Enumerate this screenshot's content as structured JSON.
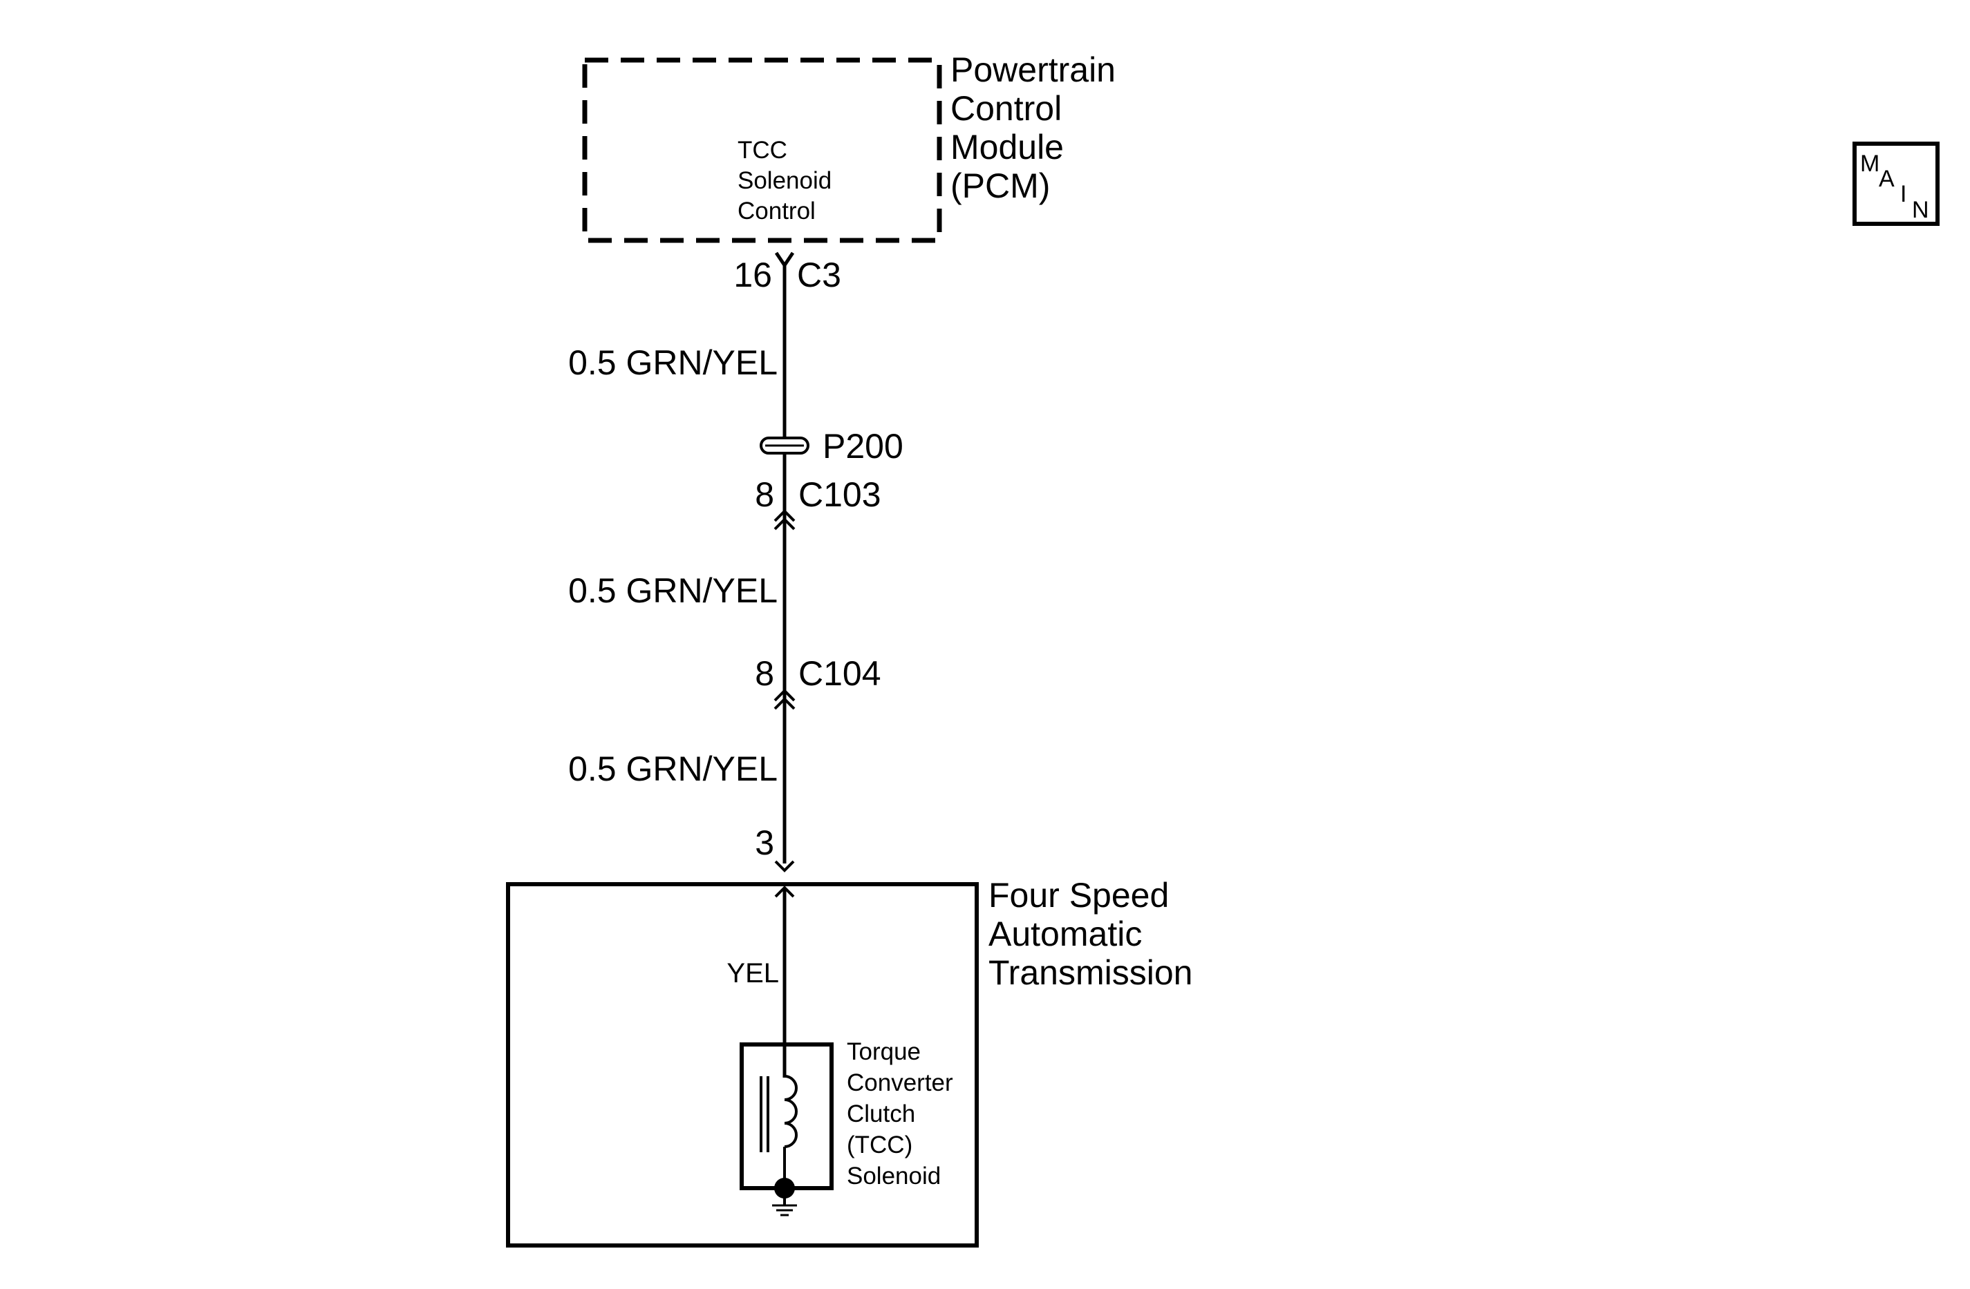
{
  "pcm": {
    "name_lines": [
      "Powertrain",
      "Control",
      "Module",
      "(PCM)"
    ],
    "circuit_lines": [
      "TCC",
      "Solenoid",
      "Control"
    ]
  },
  "connectors": {
    "pcm_pin": "16",
    "pcm_conn": "C3",
    "passthrough": "P200",
    "c103_pin": "8",
    "c103_conn": "C103",
    "c104_pin": "8",
    "c104_conn": "C104",
    "trans_pin": "3"
  },
  "wires": {
    "seg1": "0.5 GRN/YEL",
    "seg2": "0.5 GRN/YEL",
    "seg3": "0.5 GRN/YEL",
    "internal": "YEL"
  },
  "transmission": {
    "name_lines": [
      "Four Speed",
      "Automatic",
      "Transmission"
    ]
  },
  "solenoid": {
    "name_lines": [
      "Torque",
      "Converter",
      "Clutch",
      "(TCC)",
      "Solenoid"
    ]
  },
  "badge": {
    "letters": [
      "M",
      "A",
      "I",
      "N"
    ]
  }
}
